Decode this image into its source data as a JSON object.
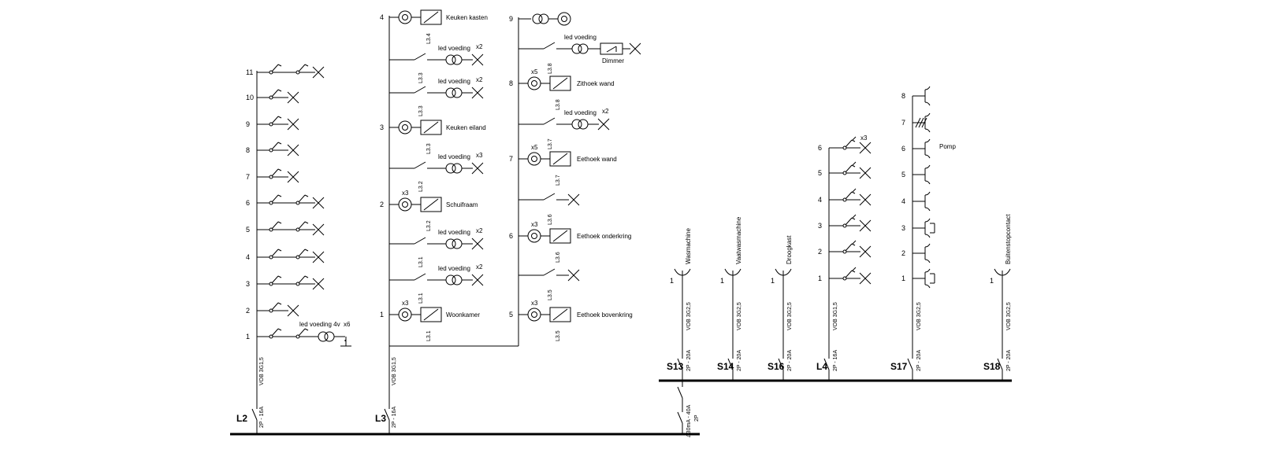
{
  "groups": {
    "L2": {
      "tag": "L2",
      "breaker": "2P - 16A",
      "cable": "VOB 3G1,5",
      "circuits": [
        "11",
        "10",
        "9",
        "8",
        "7",
        "6",
        "5",
        "4",
        "3",
        "2",
        "1"
      ],
      "led_label": "led voeding 4v",
      "led_mult": "x6"
    },
    "L3": {
      "tag": "L3",
      "breaker": "2P - 16A",
      "cable": "VOB 3G1,5",
      "left": [
        {
          "num": "4",
          "label": "Keuken kasten",
          "code": "L3.4",
          "mult": ""
        },
        {
          "num": "",
          "label": "led voeding",
          "code": "L3.3",
          "mult": "x2"
        },
        {
          "num": "",
          "label": "led voeding",
          "code": "L3.3",
          "mult": "x2"
        },
        {
          "num": "3",
          "label": "Keuken eiland",
          "code": "L3.3",
          "mult": ""
        },
        {
          "num": "",
          "label": "led voeding",
          "code": "L3.2",
          "mult": "x3"
        },
        {
          "num": "2",
          "label": "Schuifraam",
          "code": "L3.2",
          "mult": "x3"
        },
        {
          "num": "",
          "label": "led voeding",
          "code": "L3.1",
          "mult": "x2"
        },
        {
          "num": "",
          "label": "led voeding",
          "code": "L3.1",
          "mult": "x2"
        },
        {
          "num": "1",
          "label": "Woonkamer",
          "code": "L3.1",
          "mult": "x3"
        }
      ],
      "right": [
        {
          "num": "9",
          "label": "",
          "code": "",
          "mult": ""
        },
        {
          "num": "",
          "label": "led voeding",
          "code": "L3.8",
          "mult": "",
          "extra": "Dimmer"
        },
        {
          "num": "8",
          "label": "Zithoek wand",
          "code": "L3.8",
          "mult": "x5"
        },
        {
          "num": "",
          "label": "led voeding",
          "code": "L3.7",
          "mult": "x2"
        },
        {
          "num": "7",
          "label": "Eethoek wand",
          "code": "L3.7",
          "mult": "x5"
        },
        {
          "num": "",
          "label": "",
          "code": "L3.6",
          "mult": ""
        },
        {
          "num": "6",
          "label": "Eethoek onderkring",
          "code": "L3.6",
          "mult": "x3"
        },
        {
          "num": "",
          "label": "",
          "code": "L3.5",
          "mult": ""
        },
        {
          "num": "5",
          "label": "Eethoek bovenkring",
          "code": "L3.5",
          "mult": "x3"
        }
      ]
    },
    "RCD": {
      "rating": "Δ30mA - 40A",
      "poles": "2P"
    },
    "S13": {
      "tag": "S13",
      "breaker": "2P - 20A",
      "cable": "VOB 3G2,5",
      "label": "Wasmachine",
      "num": "1"
    },
    "S14": {
      "tag": "S14",
      "breaker": "2P - 20A",
      "cable": "VOB 3G2,5",
      "label": "Vaatwasmachine",
      "num": "1"
    },
    "S16": {
      "tag": "S16",
      "breaker": "2P - 20A",
      "cable": "VOB 3G2,5",
      "label": "Droogkast",
      "num": "1"
    },
    "L4": {
      "tag": "L4",
      "breaker": "2P - 16A",
      "cable": "VOB 3G1,5",
      "circuits": [
        "6",
        "5",
        "4",
        "3",
        "2",
        "1"
      ],
      "mult": "x3"
    },
    "S17": {
      "tag": "S17",
      "breaker": "2P - 20A",
      "cable": "VOB 3G2,5",
      "circuits": [
        "8",
        "7",
        "6",
        "5",
        "4",
        "3",
        "2",
        "1"
      ],
      "pomp": "Pomp"
    },
    "S18": {
      "tag": "S18",
      "breaker": "2P - 20A",
      "cable": "VOB 3G2,5",
      "label": "Buitenstopcontact",
      "num": "1"
    }
  },
  "colors": {
    "line": "#000000",
    "background": "#ffffff"
  }
}
